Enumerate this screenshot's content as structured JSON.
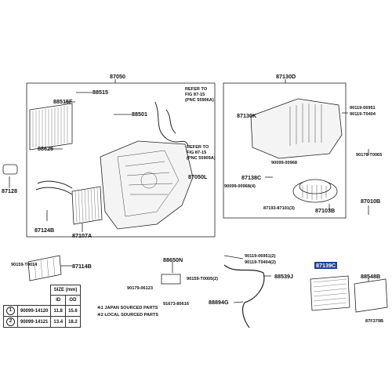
{
  "labels": {
    "p87050": "87050",
    "p87130d": "87130D",
    "p88515": "88515",
    "p88515f": "88515F",
    "p88501": "88501",
    "p88625": "88625",
    "p87128": "87128",
    "p87124b": "87124B",
    "p87107a": "87107A",
    "p87050l": "87050L",
    "ref1": "REFER TO",
    "ref1b": "FIG 87-15",
    "ref1c": "(PNC 55906A)",
    "ref2": "REFER TO",
    "ref2b": "FIG 87-15",
    "ref2c": "(PNC 55909A)",
    "p87130k": "87130K",
    "p90119_06951_a": "90119-06951",
    "p90119_t0404_a": "90119-T0404",
    "p90099_00968_a": "90099-00968",
    "p90099_00968_b": "90099-00968(4)",
    "p87138c": "87138C",
    "p87193_87101": "87193-87101(3)",
    "p87103b": "87103B",
    "p90178_t0065": "90178-T0065",
    "p87010b": "87010B",
    "p90159_t0014": "90159-T0014",
    "p87114b": "87114B",
    "p88650n": "88650N",
    "p90179_06123": "90179-06123",
    "p90159_t0005": "90159-T0005(2)",
    "p91673_80616": "91673-80616",
    "p90119_06951_b": "90119-06951(2)",
    "p90119_t0404_b": "90119-T0404(2)",
    "p88539j": "88539J",
    "p88894g": "88894G",
    "p87139c": "87139C",
    "p88548b": "88548B",
    "code": "87F379B",
    "note1": "※1 JAPAN SOURCED PARTS",
    "note2": "※2 LOCAL SOURCED PARTS"
  },
  "size_table": {
    "header_size": "SIZE  (mm)",
    "col_id": "ID",
    "col_od": "OD",
    "rows": [
      {
        "no": "1",
        "part": "90099-14120",
        "id": "11.8",
        "od": "15.6"
      },
      {
        "no": "2",
        "part": "90099-14121",
        "id": "13.4",
        "od": "18.2"
      }
    ]
  },
  "colors": {
    "highlight": "#1c3f8f"
  }
}
